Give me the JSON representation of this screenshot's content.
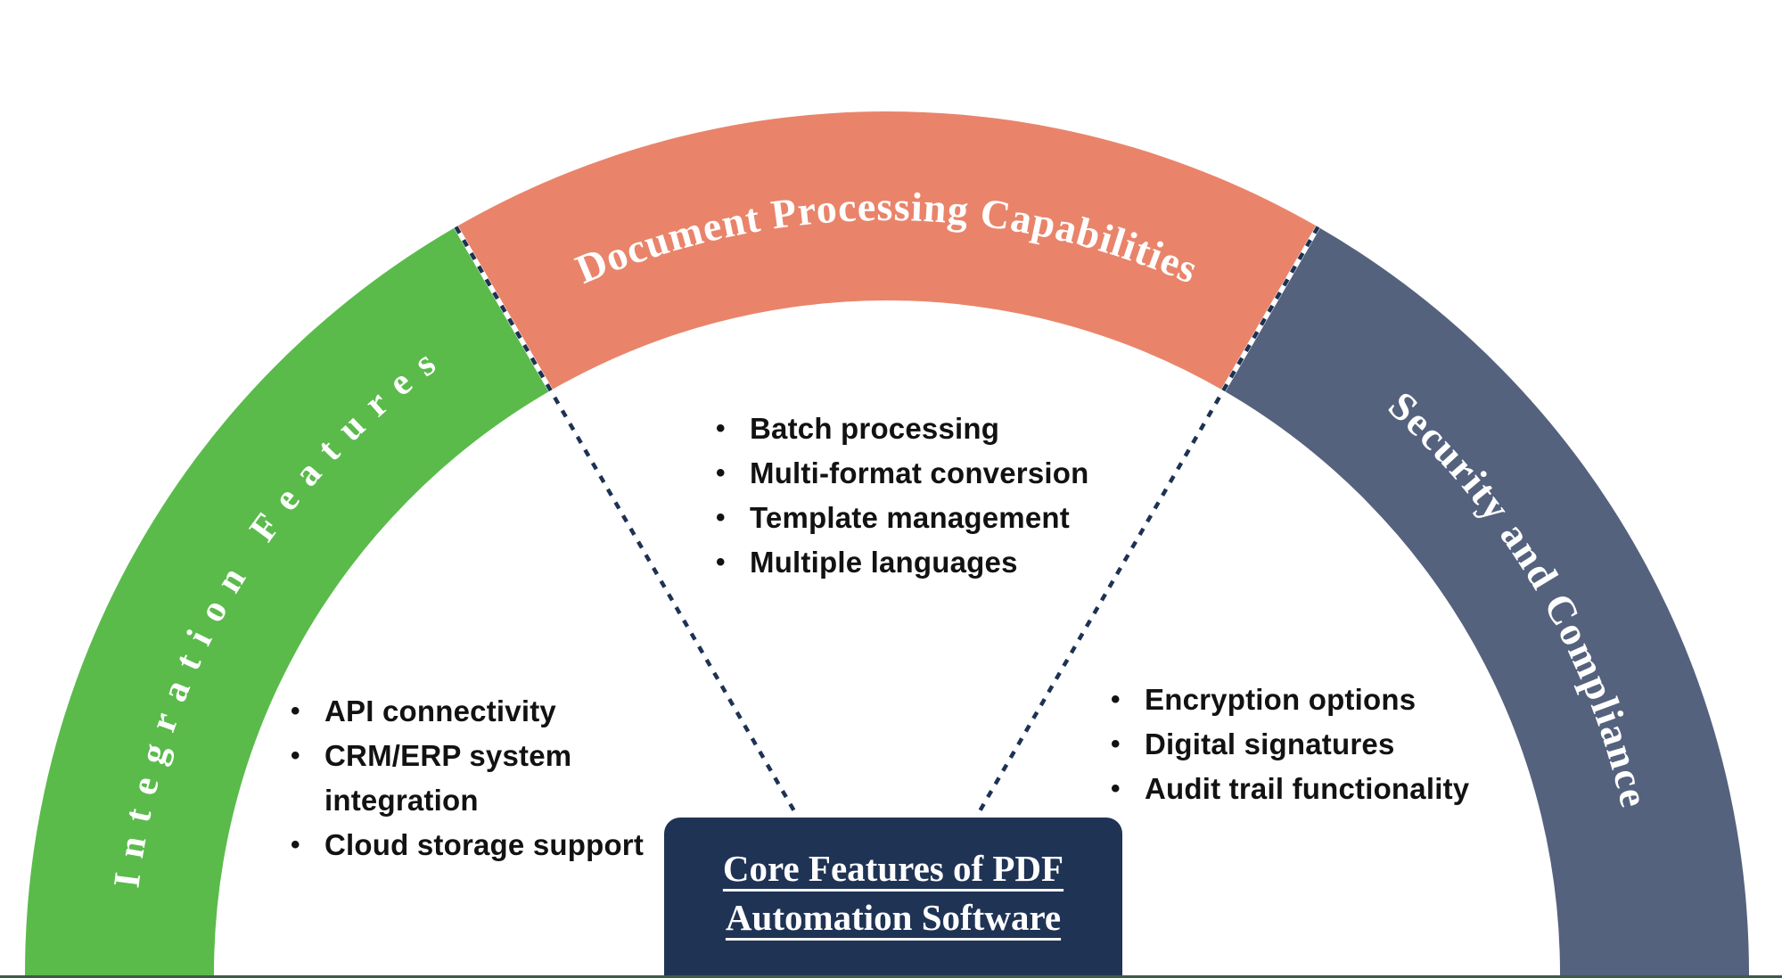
{
  "diagram": {
    "center_box": {
      "line1": "Core Features of PDF",
      "line2": "Automation Software",
      "background": "#1f3355",
      "text_color": "#ffffff"
    },
    "segments": [
      {
        "label": "Integration Features",
        "color": "#5abb4b",
        "items": [
          "API connectivity",
          "CRM/ERP system integration",
          "Cloud storage support"
        ]
      },
      {
        "label": "Document Processing Capabilities",
        "color": "#e9846a",
        "items": [
          "Batch processing",
          "Multi-format conversion",
          "Template management",
          "Multiple languages"
        ]
      },
      {
        "label": "Security and Compliance",
        "color": "#55627e",
        "items": [
          "Encryption options",
          "Digital signatures",
          "Audit trail functionality"
        ]
      }
    ],
    "connector_color": "#1d3253",
    "label_text_color": "#ffffff",
    "bullet_text_color": "#121212",
    "bottom_rule_color": "#3d5c45"
  }
}
